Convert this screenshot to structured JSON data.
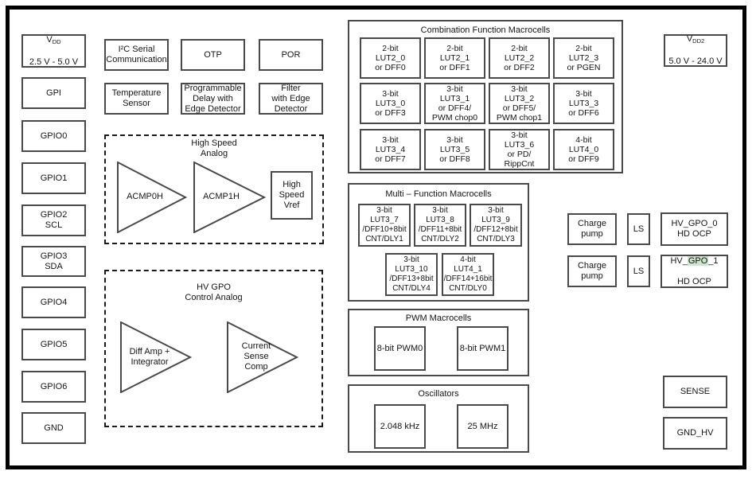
{
  "pins": {
    "vdd": {
      "main": "V",
      "sub": "DD",
      "range": "2.5 V - 5.0 V"
    },
    "items": [
      "GPI",
      "GPIO0",
      "GPIO1",
      "GPIO2\nSCL",
      "GPIO3\nSDA",
      "GPIO4",
      "GPIO5",
      "GPIO6",
      "GND"
    ]
  },
  "top_blocks": {
    "i2c": "I²C Serial\nCommunication",
    "otp": "OTP",
    "por": "POR",
    "temp": "Temperature\nSensor",
    "prog_delay": "Programmable\nDelay with\nEdge Detector",
    "filter": "Filter\nwith Edge\nDetector"
  },
  "high_speed_analog": {
    "title": "High Speed\nAnalog",
    "acmp0": "ACMP0H",
    "acmp1": "ACMP1H",
    "vref": "High\nSpeed\nVref"
  },
  "hv_gpo_analog": {
    "title": "HV GPO\nControl Analog",
    "diff_amp": "Diff Amp +\nIntegrator",
    "current_sense": "Current\nSense\nComp"
  },
  "combination": {
    "title": "Combination Function Macrocells",
    "cells": [
      "2-bit\nLUT2_0\nor DFF0",
      "2-bit\nLUT2_1\nor DFF1",
      "2-bit\nLUT2_2\nor DFF2",
      "2-bit\nLUT2_3\nor PGEN",
      "3-bit\nLUT3_0\nor DFF3",
      "3-bit\nLUT3_1\nor DFF4/\nPWM chop0",
      "3-bit\nLUT3_2\nor DFF5/\nPWM chop1",
      "3-bit\nLUT3_3\nor DFF6",
      "3-bit\nLUT3_4\nor DFF7",
      "3-bit\nLUT3_5\nor DFF8",
      "3-bit\nLUT3_6\nor PD/\nRippCnt",
      "4-bit\nLUT4_0\nor DFF9"
    ]
  },
  "multi": {
    "title": "Multi – Function Macrocells",
    "cells": [
      "3-bit\nLUT3_7\n/DFF10+8bit\nCNT/DLY1",
      "3-bit\nLUT3_8\n/DFF11+8bit\nCNT/DLY2",
      "3-bit\nLUT3_9\n/DFF12+8bit\nCNT/DLY3",
      "3-bit\nLUT3_10\n/DFF13+8bit\nCNT/DLY4",
      "4-bit\nLUT4_1\n/DFF14+16bit\nCNT/DLY0"
    ]
  },
  "pwm": {
    "title": "PWM Macrocells",
    "cells": [
      "8-bit PWM0",
      "8-bit PWM1"
    ]
  },
  "oscillators": {
    "title": "Oscillators",
    "cells": [
      "2.048 kHz",
      "25 MHz"
    ]
  },
  "right": {
    "vdd2": {
      "main": "V",
      "sub": "DD2",
      "range": "5.0 V - 24.0 V"
    },
    "charge_pump": "Charge\npump",
    "ls": "LS",
    "hv_gpo_0": "HV_GPO_0\nHD OCP",
    "hv_gpo_1": {
      "prefix": "HV_",
      "highlight": "GPO",
      "suffix": "_1",
      "line2": "HD OCP"
    },
    "sense": "SENSE",
    "gnd_hv": "GND_HV"
  },
  "colors": {
    "background": "#ffffff",
    "frame": "#000000",
    "box_border": "#4a4a4a",
    "text": "#151515",
    "highlight": "#cde4cd"
  }
}
